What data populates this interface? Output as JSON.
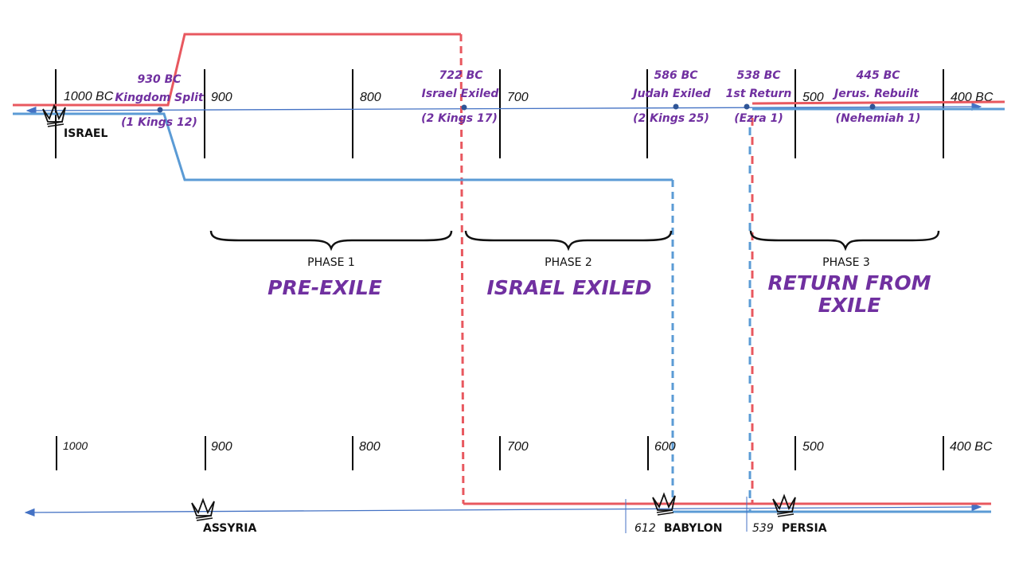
{
  "colors": {
    "israel_line": "#e8585f",
    "judah_line": "#5b9bd5",
    "axis_line": "#4472c4",
    "event_text": "#7030a0",
    "tick": "#000000"
  },
  "top_timeline": {
    "ticks": [
      {
        "year": 1000,
        "label": "1000 BC"
      },
      {
        "year": 900,
        "label": "900"
      },
      {
        "year": 800,
        "label": "800"
      },
      {
        "year": 700,
        "label": "700"
      },
      {
        "year": 600,
        "label": ""
      },
      {
        "year": 500,
        "label": "500"
      },
      {
        "year": 400,
        "label": "400 BC"
      }
    ],
    "kingdom_label": "ISRAEL",
    "events": [
      {
        "year": 930,
        "date": "930 BC",
        "title": "Kingdom Split",
        "ref": "(1 Kings 12)"
      },
      {
        "year": 722,
        "date": "722 BC",
        "title": "Israel Exiled",
        "ref": "(2 Kings 17)"
      },
      {
        "year": 586,
        "date": "586 BC",
        "title": "Judah Exiled",
        "ref": "(2 Kings 25)"
      },
      {
        "year": 538,
        "date": "538 BC",
        "title": "1st Return",
        "ref": "(Ezra 1)"
      },
      {
        "year": 445,
        "date": "445 BC",
        "title": "Jerus. Rebuilt",
        "ref": "(Nehemiah 1)"
      }
    ]
  },
  "phases": [
    {
      "number": "PHASE 1",
      "title_lines": [
        "PRE-EXILE"
      ]
    },
    {
      "number": "PHASE 2",
      "title_lines": [
        "ISRAEL EXILED"
      ]
    },
    {
      "number": "PHASE 3",
      "title_lines": [
        "RETURN FROM",
        "EXILE"
      ]
    }
  ],
  "bottom_timeline": {
    "ticks": [
      {
        "year": 1000,
        "label": "1000"
      },
      {
        "year": 900,
        "label": "900"
      },
      {
        "year": 800,
        "label": "800"
      },
      {
        "year": 700,
        "label": "700"
      },
      {
        "year": 600,
        "label": "600"
      },
      {
        "year": 500,
        "label": "500"
      },
      {
        "year": 400,
        "label": "400 BC"
      }
    ],
    "empires": [
      {
        "name": "ASSYRIA",
        "year_label": ""
      },
      {
        "name": "BABYLON",
        "year_label": "612"
      },
      {
        "name": "PERSIA",
        "year_label": "539"
      }
    ]
  }
}
